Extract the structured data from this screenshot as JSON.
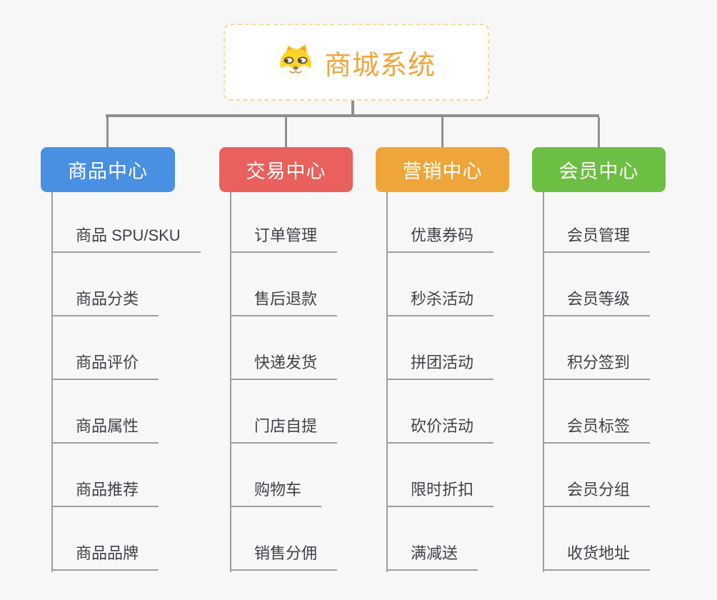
{
  "root": {
    "title": "商城系统",
    "icon": "dog-face-icon"
  },
  "branches": [
    {
      "label": "商品中心",
      "color": "#4a90e2",
      "items": [
        "商品 SPU/SKU",
        "商品分类",
        "商品评价",
        "商品属性",
        "商品推荐",
        "商品品牌"
      ]
    },
    {
      "label": "交易中心",
      "color": "#e9605c",
      "items": [
        "订单管理",
        "售后退款",
        "快递发货",
        "门店自提",
        "购物车",
        "销售分佣"
      ]
    },
    {
      "label": "营销中心",
      "color": "#eea63a",
      "items": [
        "优惠券码",
        "秒杀活动",
        "拼团活动",
        "砍价活动",
        "限时折扣",
        "满减送"
      ]
    },
    {
      "label": "会员中心",
      "color": "#6dbf43",
      "items": [
        "会员管理",
        "会员等级",
        "积分签到",
        "会员标签",
        "会员分组",
        "收货地址"
      ]
    }
  ],
  "colors": {
    "background": "#f7f7f7",
    "connector": "#8f8f8f",
    "branch_line": "#9e9e9e",
    "item_text": "#3d4249",
    "root_accent": "#f1a53b",
    "root_border": "#f7d8a1"
  }
}
